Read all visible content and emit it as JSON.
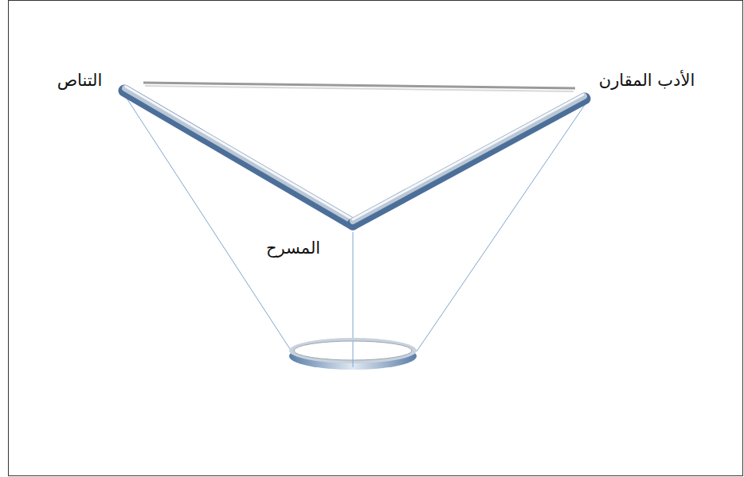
{
  "diagram": {
    "labels": [
      "التناص",
      "الأدب المقارن",
      "المسرح"
    ]
  }
}
